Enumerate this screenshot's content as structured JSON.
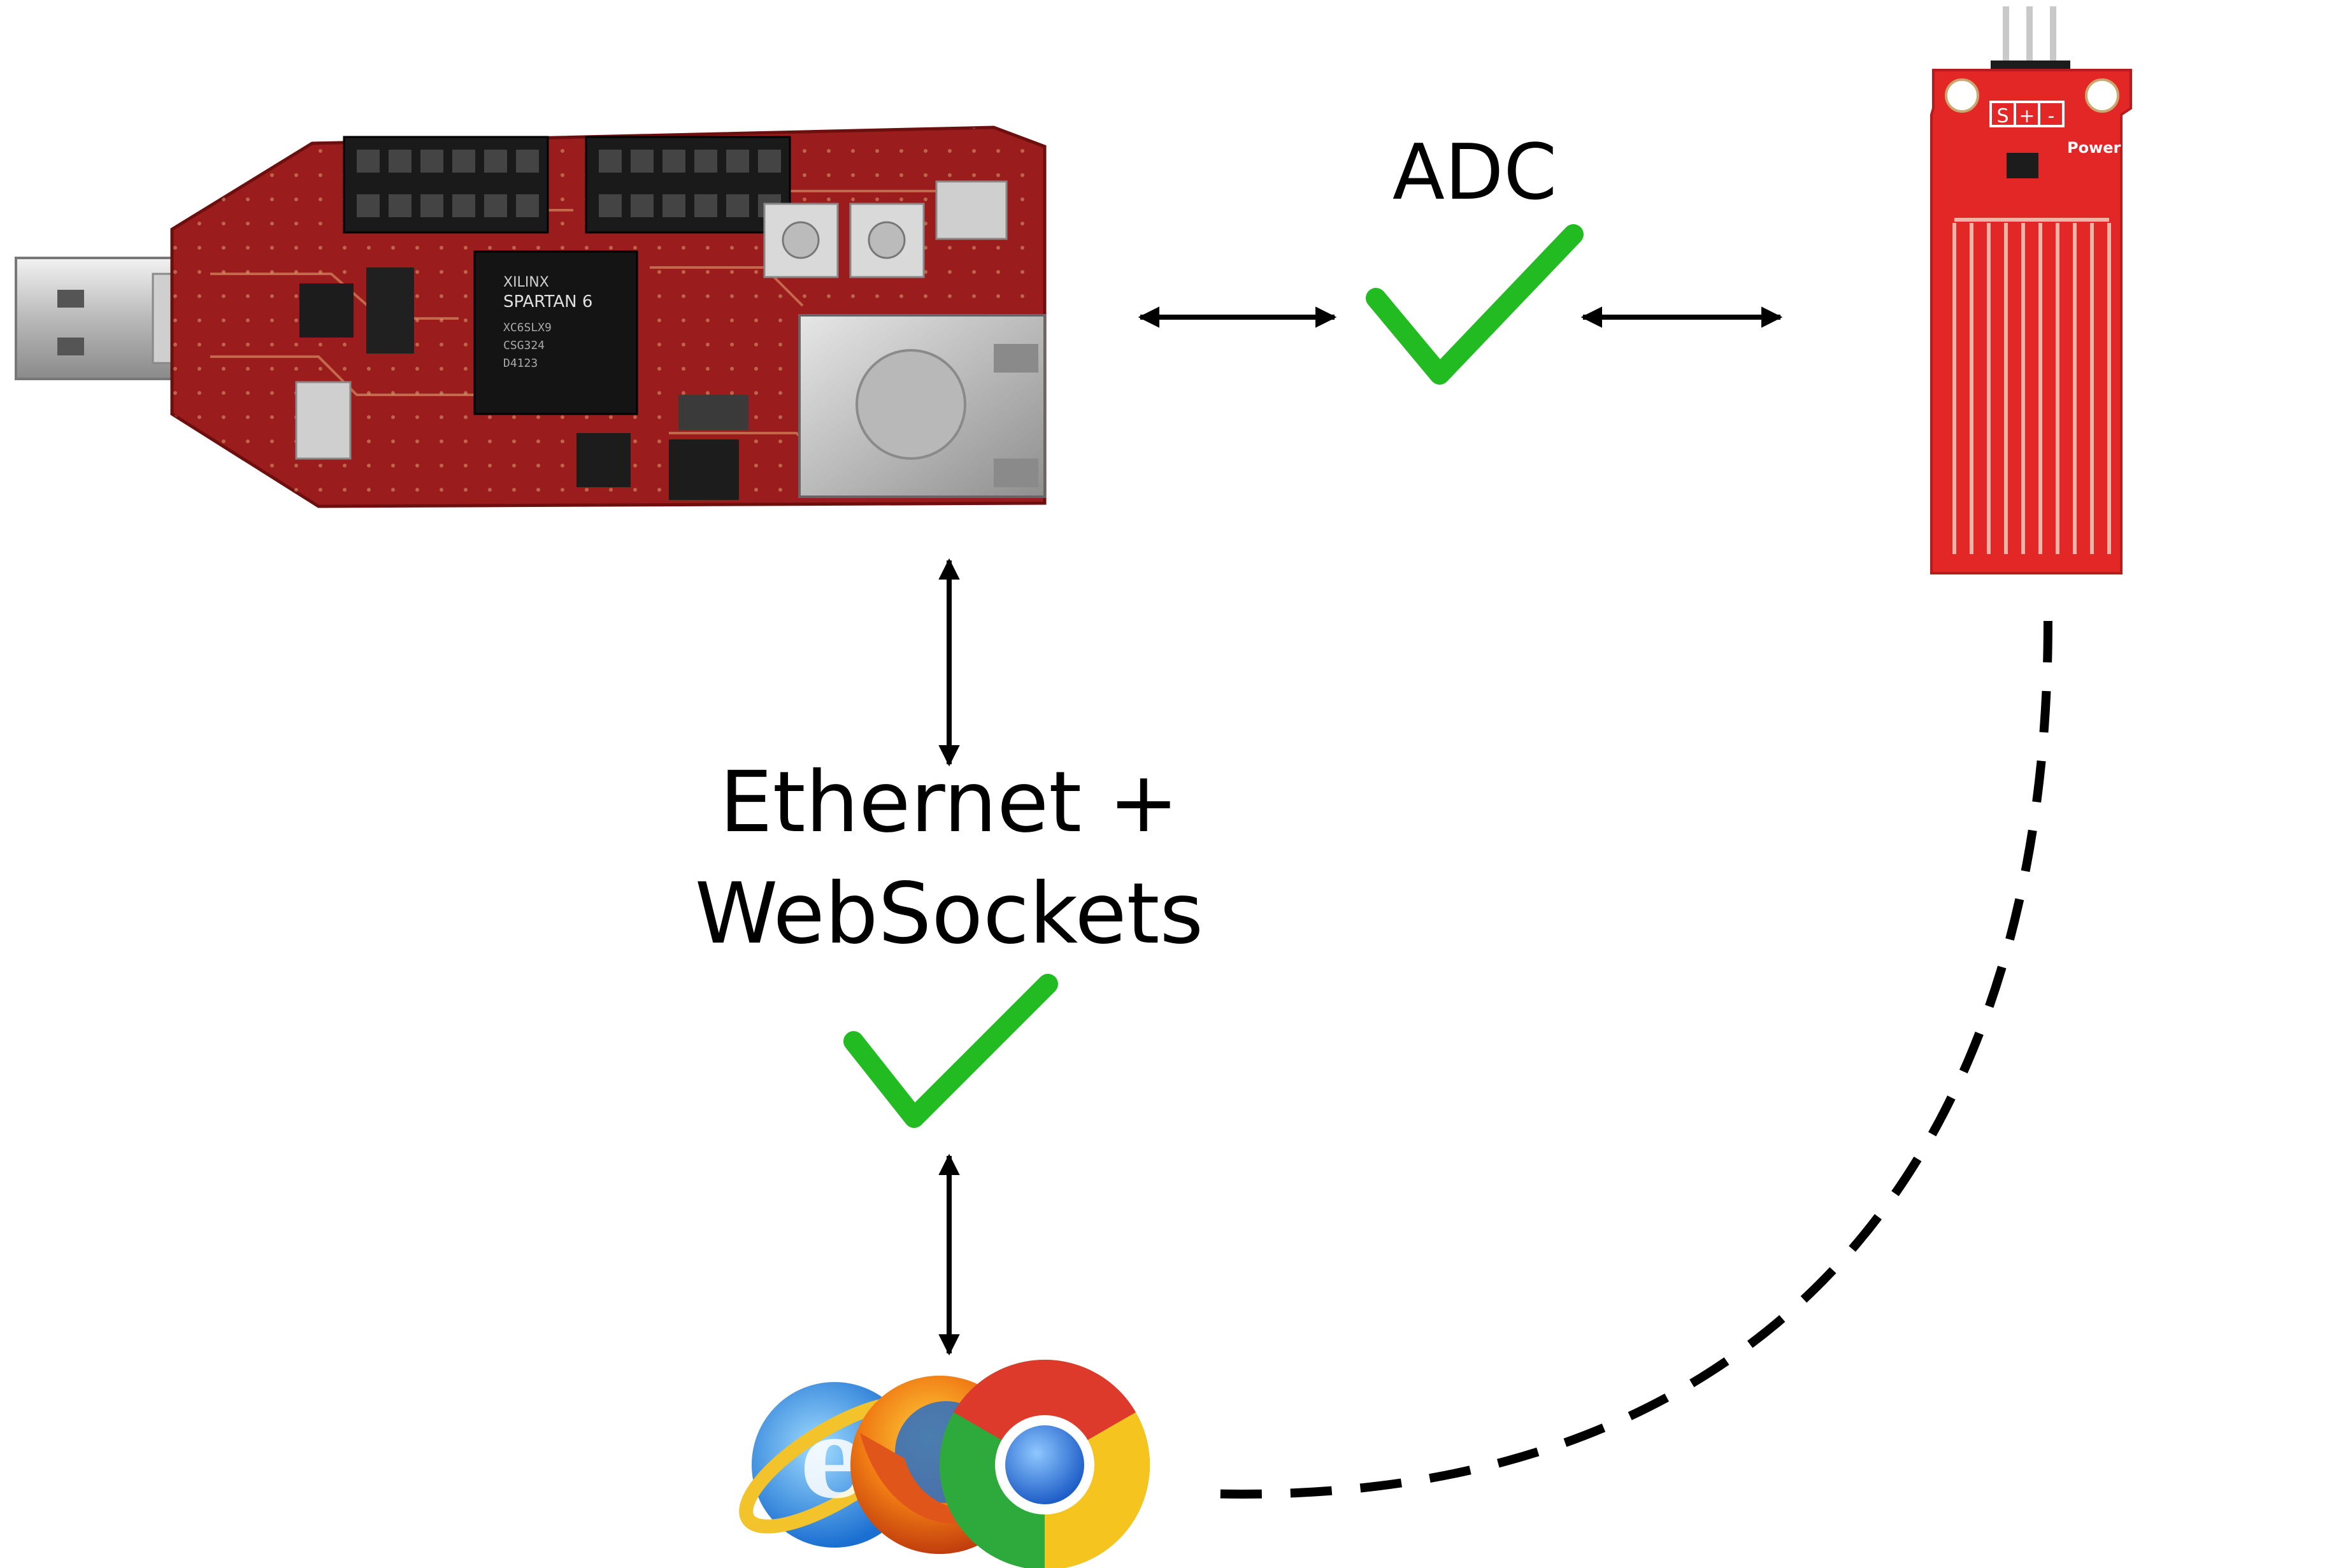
{
  "labels": {
    "adc": "ADC",
    "ethernet_line1": "Ethernet +",
    "ethernet_line2": "WebSockets"
  },
  "colors": {
    "background": "#ffffff",
    "check": "#22bb22",
    "arrow": "#000000",
    "board_red": "#9b1c1c",
    "sensor_red": "#e32626",
    "trace": "#e8b07a"
  },
  "nodes": [
    {
      "id": "fpga-board",
      "kind": "image",
      "depicts": "red FPGA development board with USB plug"
    },
    {
      "id": "water-sensor",
      "kind": "image",
      "depicts": "red water level sensor module"
    },
    {
      "id": "browser-icons",
      "kind": "image",
      "depicts": "web browser logos"
    }
  ],
  "board_text": {
    "chip_brand": "XILINX",
    "chip_name": "SPARTAN 6",
    "chip_lines": [
      "XC6SLX9",
      "CSG324",
      "D4123"
    ],
    "sensor_pins": [
      "S",
      "+",
      "-"
    ],
    "sensor_power": "Power"
  },
  "connections": [
    {
      "from": "fpga-board",
      "to": "water-sensor",
      "label": "ADC",
      "status": "ok",
      "style": "solid-bidirectional"
    },
    {
      "from": "fpga-board",
      "to": "browser-icons",
      "label": "Ethernet + WebSockets",
      "status": "ok",
      "style": "solid-bidirectional"
    },
    {
      "from": "water-sensor",
      "to": "browser-icons",
      "label": "",
      "style": "dashed"
    }
  ]
}
